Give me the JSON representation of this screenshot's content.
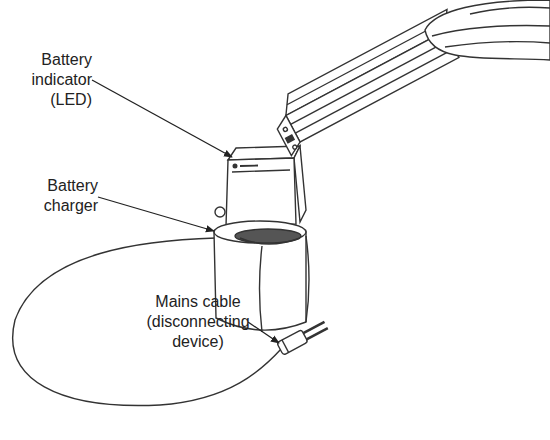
{
  "diagram": {
    "labels": [
      "Battery indicator (LED)",
      "Battery charger",
      "Mains cable (disconnecting device)"
    ]
  }
}
